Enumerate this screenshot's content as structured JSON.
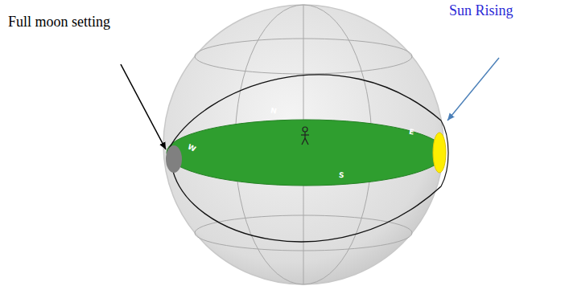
{
  "diagram": {
    "labels": [
      "Full moon setting",
      "Sun Rising",
      "N",
      "E",
      "S",
      "W"
    ]
  }
}
